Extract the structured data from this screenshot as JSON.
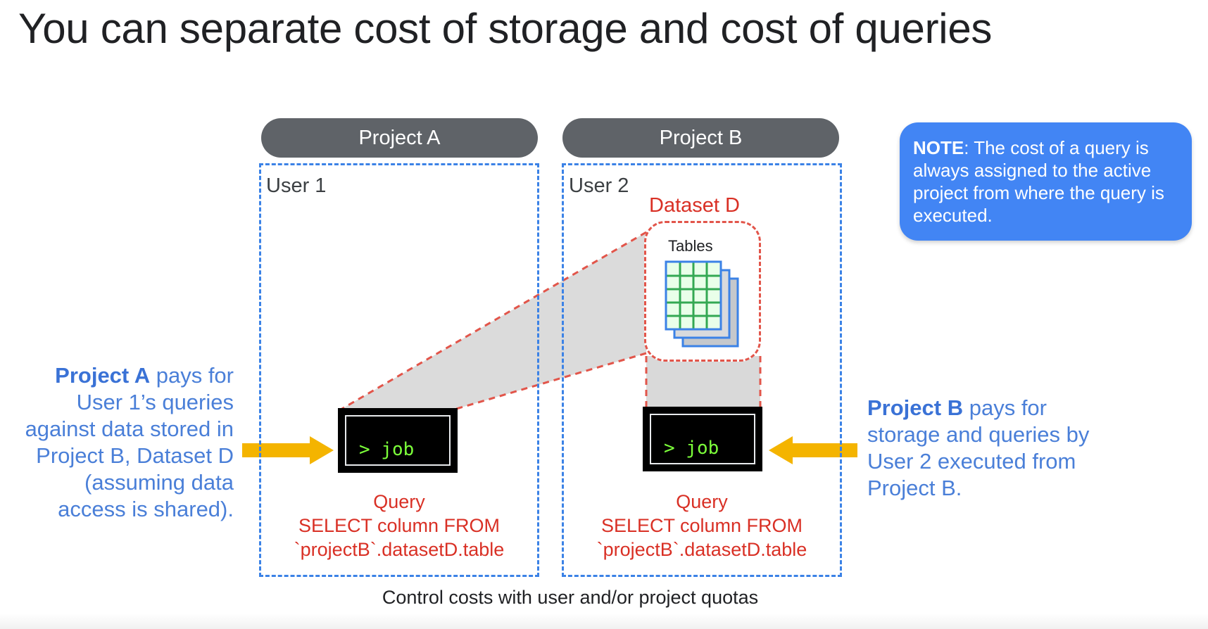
{
  "title": "You can separate cost of storage and cost of queries",
  "project_a": {
    "label": "Project A",
    "user": "User 1",
    "terminal": "> job",
    "query": {
      "line1": "Query",
      "line2": "SELECT column FROM",
      "line3": "`projectB`.datasetD.table"
    }
  },
  "project_b": {
    "label": "Project B",
    "user": "User 2",
    "dataset": "Dataset D",
    "tables": "Tables",
    "terminal": "> job",
    "query": {
      "line1": "Query",
      "line2": "SELECT column FROM",
      "line3": "`projectB`.datasetD.table"
    }
  },
  "note": {
    "bold": "NOTE",
    "text": ":  The cost of a query is always assigned to the active project from where the query is executed."
  },
  "left_note": {
    "bold": "Project A",
    "text": " pays for User 1’s queries against data stored in Project B, Dataset D (assuming data access is shared)."
  },
  "right_note": {
    "bold": "Project B",
    "text": " pays for storage and queries by User 2 executed from Project B."
  },
  "footer": "Control costs with user and/or project quotas",
  "colors": {
    "pill": "#5f6368",
    "project_border": "#3b82e6",
    "dataset_red": "#d93025",
    "note_bg": "#4285f4",
    "arrow": "#f4b400",
    "terminal_text": "#7cff3a",
    "side_text": "#4a7fd8"
  }
}
